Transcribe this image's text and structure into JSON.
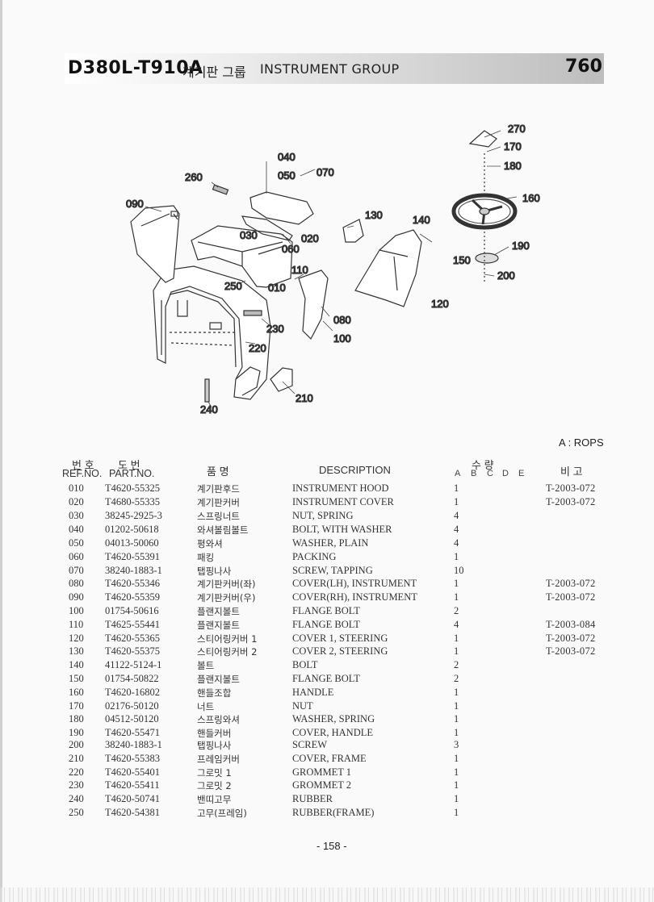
{
  "header": {
    "model": "D380L-T910A",
    "title_ko": "계기판 그룹",
    "title_en": "INSTRUMENT GROUP",
    "page_code": "760"
  },
  "diagram": {
    "callouts": [
      "010",
      "020",
      "030",
      "040",
      "050",
      "060",
      "070",
      "080",
      "090",
      "100",
      "110",
      "120",
      "130",
      "140",
      "150",
      "160",
      "170",
      "180",
      "190",
      "200",
      "210",
      "220",
      "230",
      "240",
      "250",
      "260",
      "270"
    ]
  },
  "note": "A : ROPS",
  "table_header": {
    "ref_ko": "번 호",
    "ref_en": "REF.NO.",
    "part_ko": "도   번",
    "part_en": "PART.NO.",
    "name_ko": "품   명",
    "desc": "DESCRIPTION",
    "qty_ko": "수   량",
    "qty_cols": [
      "A",
      "B",
      "C",
      "D",
      "E"
    ],
    "remark_ko": "비  고"
  },
  "parts": [
    {
      "ref": "010",
      "part": "T4620-55325",
      "kor": "계기판후드",
      "desc": "INSTRUMENT HOOD",
      "qty": "1",
      "remark": "T-2003-072"
    },
    {
      "ref": "020",
      "part": "T4680-55335",
      "kor": "계기판커버",
      "desc": "INSTRUMENT COVER",
      "qty": "1",
      "remark": "T-2003-072"
    },
    {
      "ref": "030",
      "part": "38245-2925-3",
      "kor": "스프링너트",
      "desc": "NUT, SPRING",
      "qty": "4",
      "remark": ""
    },
    {
      "ref": "040",
      "part": "01202-50618",
      "kor": "와셔볼림볼트",
      "desc": "BOLT, WITH WASHER",
      "qty": "4",
      "remark": ""
    },
    {
      "ref": "050",
      "part": "04013-50060",
      "kor": "평와셔",
      "desc": "WASHER, PLAIN",
      "qty": "4",
      "remark": ""
    },
    {
      "ref": "060",
      "part": "T4620-55391",
      "kor": "패킹",
      "desc": "PACKING",
      "qty": "1",
      "remark": ""
    },
    {
      "ref": "070",
      "part": "38240-1883-1",
      "kor": "탭핑나사",
      "desc": "SCREW, TAPPING",
      "qty": "10",
      "remark": ""
    },
    {
      "ref": "080",
      "part": "T4620-55346",
      "kor": "계기판커버(좌)",
      "desc": "COVER(LH), INSTRUMENT",
      "qty": "1",
      "remark": "T-2003-072"
    },
    {
      "ref": "090",
      "part": "T4620-55359",
      "kor": "계기판커버(우)",
      "desc": "COVER(RH), INSTRUMENT",
      "qty": "1",
      "remark": "T-2003-072"
    },
    {
      "ref": "100",
      "part": "01754-50616",
      "kor": "플랜지볼트",
      "desc": "FLANGE BOLT",
      "qty": "2",
      "remark": ""
    },
    {
      "ref": "110",
      "part": "T4625-55441",
      "kor": "플랜지볼트",
      "desc": "FLANGE BOLT",
      "qty": "4",
      "remark": "T-2003-084"
    },
    {
      "ref": "120",
      "part": "T4620-55365",
      "kor": "스티어링커버 1",
      "desc": "COVER 1, STEERING",
      "qty": "1",
      "remark": "T-2003-072"
    },
    {
      "ref": "130",
      "part": "T4620-55375",
      "kor": "스티어링커버 2",
      "desc": "COVER 2, STEERING",
      "qty": "1",
      "remark": "T-2003-072"
    },
    {
      "ref": "140",
      "part": "41122-5124-1",
      "kor": "볼트",
      "desc": "BOLT",
      "qty": "2",
      "remark": ""
    },
    {
      "ref": "150",
      "part": "01754-50822",
      "kor": "플랜지볼트",
      "desc": "FLANGE BOLT",
      "qty": "2",
      "remark": ""
    },
    {
      "ref": "160",
      "part": "T4620-16802",
      "kor": "핸들조합",
      "desc": "HANDLE",
      "qty": "1",
      "remark": ""
    },
    {
      "ref": "170",
      "part": "02176-50120",
      "kor": "너트",
      "desc": "NUT",
      "qty": "1",
      "remark": ""
    },
    {
      "ref": "180",
      "part": "04512-50120",
      "kor": "스프링와셔",
      "desc": "WASHER, SPRING",
      "qty": "1",
      "remark": ""
    },
    {
      "ref": "190",
      "part": "T4620-55471",
      "kor": "핸들커버",
      "desc": "COVER, HANDLE",
      "qty": "1",
      "remark": ""
    },
    {
      "ref": "200",
      "part": "38240-1883-1",
      "kor": "탭핑나사",
      "desc": "SCREW",
      "qty": "3",
      "remark": ""
    },
    {
      "ref": "210",
      "part": "T4620-55383",
      "kor": "프레임커버",
      "desc": "COVER, FRAME",
      "qty": "1",
      "remark": ""
    },
    {
      "ref": "220",
      "part": "T4620-55401",
      "kor": "그로밋 1",
      "desc": "GROMMET 1",
      "qty": "1",
      "remark": ""
    },
    {
      "ref": "230",
      "part": "T4620-55411",
      "kor": "그로밋 2",
      "desc": "GROMMET 2",
      "qty": "1",
      "remark": ""
    },
    {
      "ref": "240",
      "part": "T4620-50741",
      "kor": "밴띠고무",
      "desc": "RUBBER",
      "qty": "1",
      "remark": ""
    },
    {
      "ref": "250",
      "part": "T4620-54381",
      "kor": "고무(프레임)",
      "desc": "RUBBER(FRAME)",
      "qty": "1",
      "remark": ""
    }
  ],
  "footer": "- 158 -"
}
